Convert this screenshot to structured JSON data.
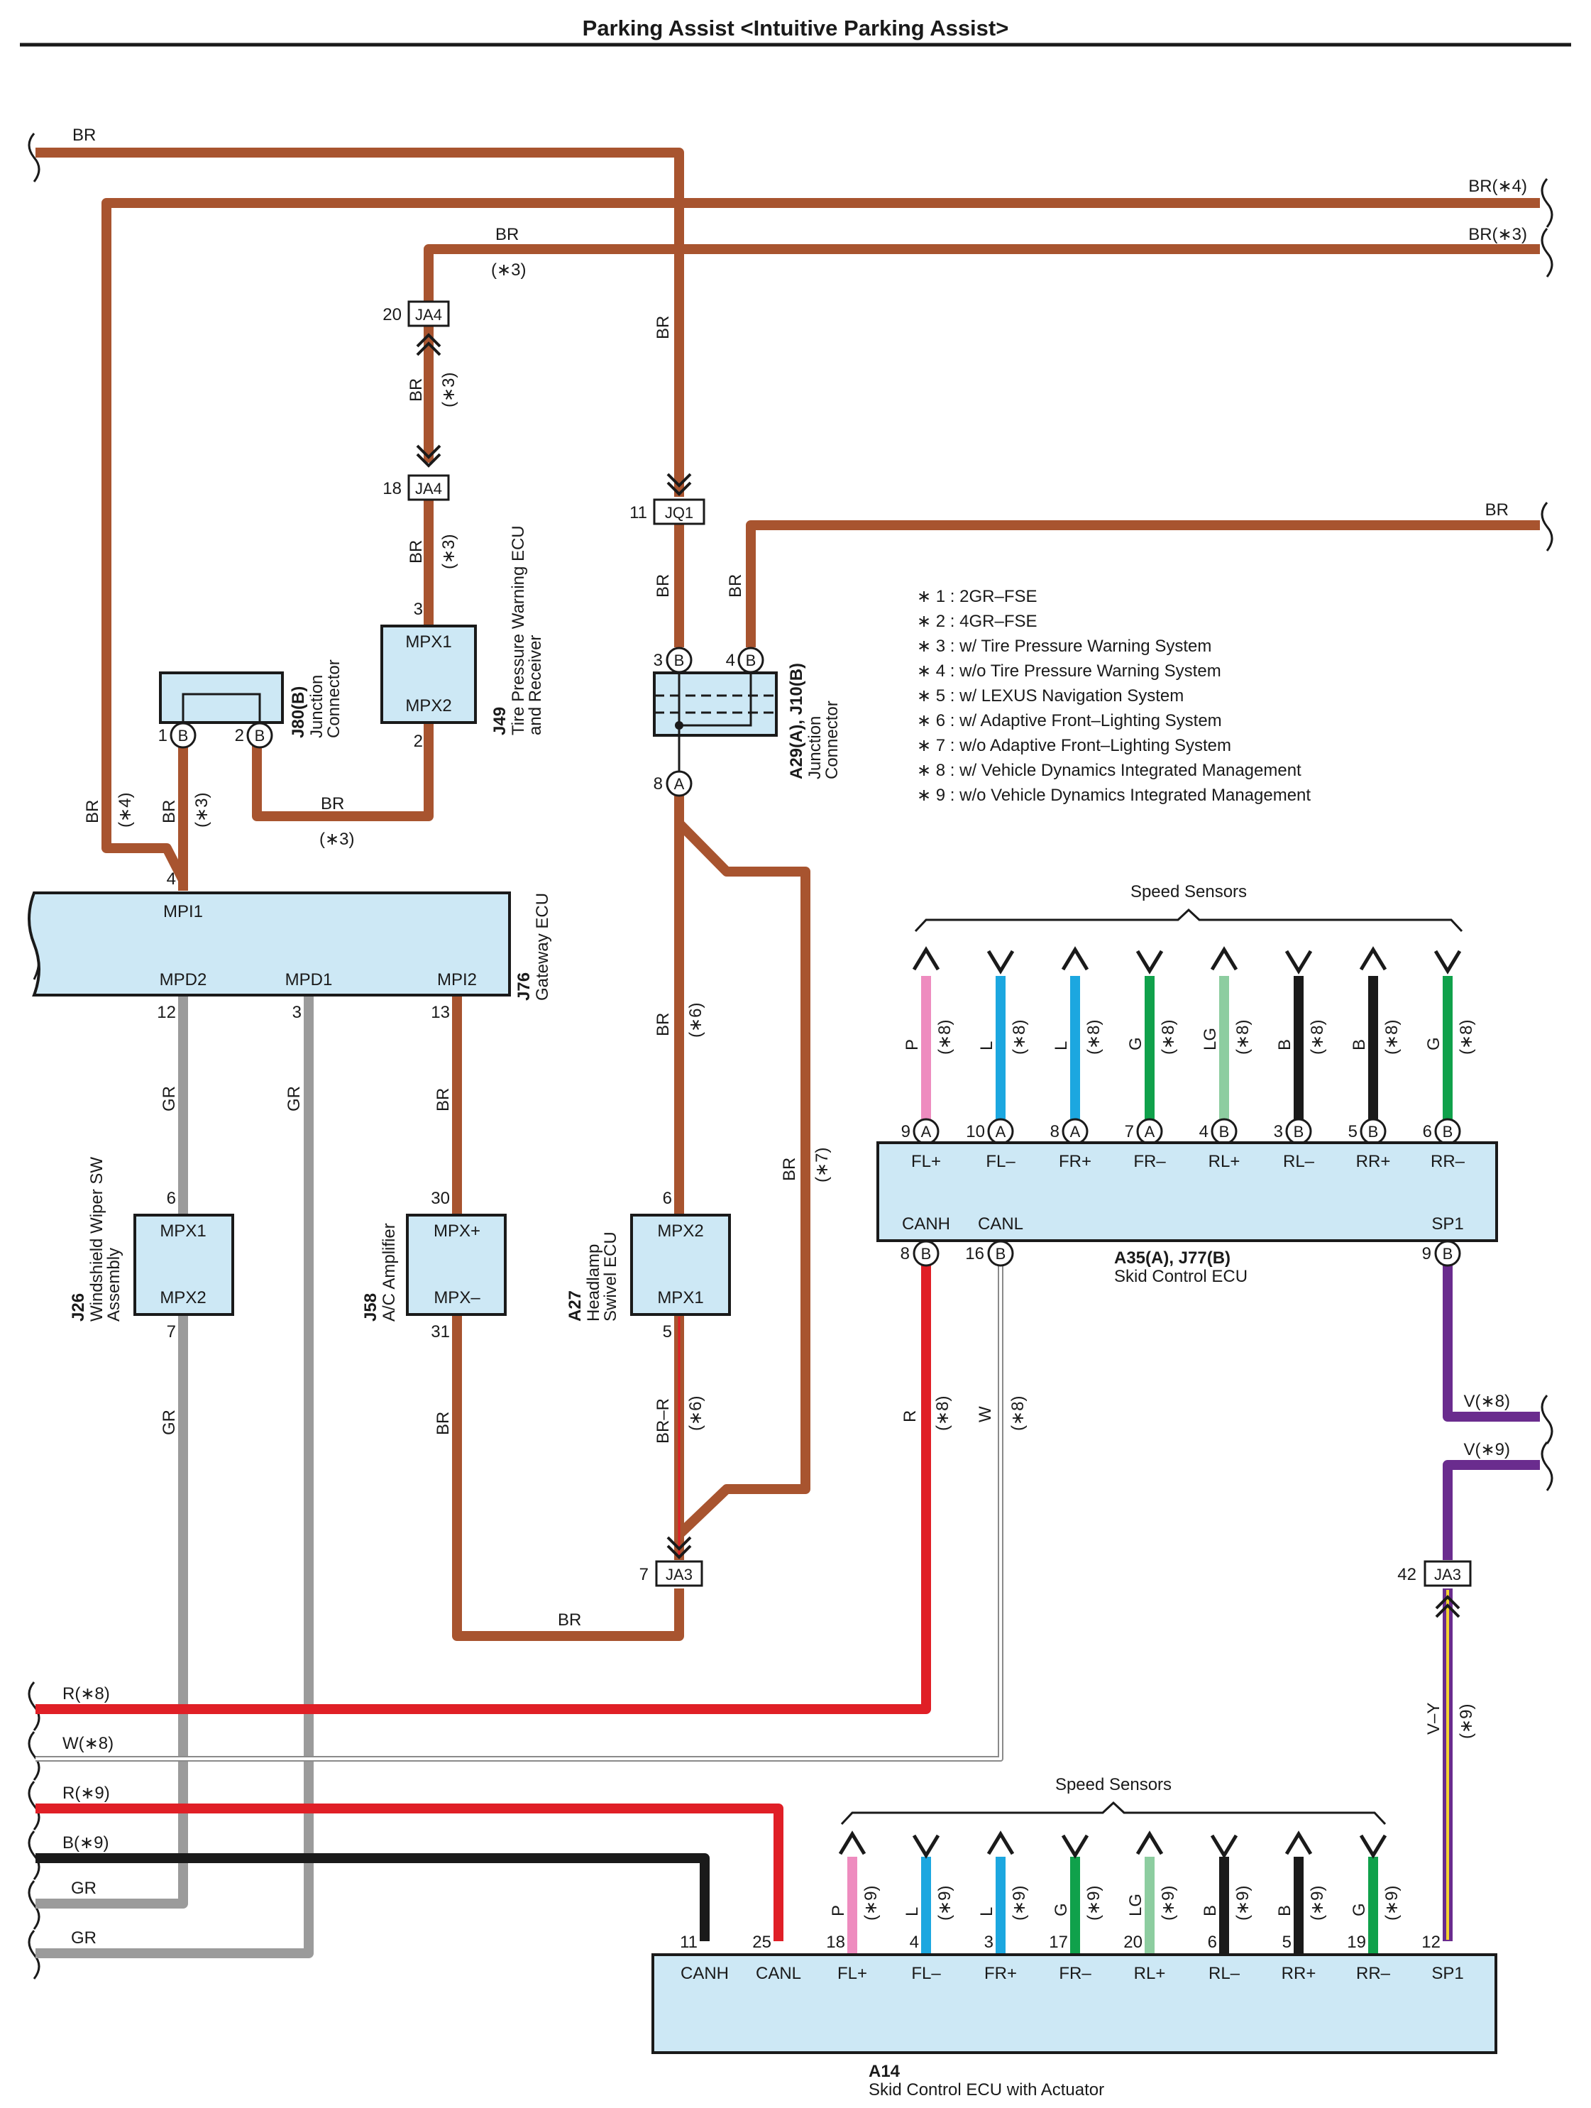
{
  "title": "Parking Assist <Intuitive Parking Assist>",
  "notes": [
    "∗ 1 : 2GR–FSE",
    "∗ 2 : 4GR–FSE",
    "∗ 3 : w/ Tire Pressure Warning System",
    "∗ 4 : w/o Tire Pressure Warning System",
    "∗ 5 : w/ LEXUS Navigation System",
    "∗ 6 : w/ Adaptive Front–Lighting System",
    "∗ 7 : w/o Adaptive Front–Lighting System",
    "∗ 8 : w/ Vehicle Dynamics Integrated Management",
    "∗ 9 : w/o Vehicle Dynamics Integrated Management"
  ],
  "colors": {
    "BR": "#a8542f",
    "GR": "#9b9b9b",
    "R": "#e01f26",
    "B": "#1a1a1a",
    "P": "#ee8cbf",
    "L": "#1ca7e0",
    "G": "#10a14b",
    "LG": "#8dcda0",
    "V": "#6a2c8e",
    "W": "#ffffff",
    "box": "#cde8f5"
  },
  "labels": {
    "br": "BR",
    "br_n4": "BR(∗4)",
    "br_n3": "BR(∗3)",
    "n3": "(∗3)",
    "n4": "(∗4)",
    "n6": "(∗6)",
    "n7": "(∗7)",
    "n8": "(∗8)",
    "n9": "(∗9)",
    "gr": "GR",
    "r": "R",
    "w": "W",
    "br_r": "BR–R",
    "v_y": "V–Y",
    "v_n8": "V(∗8)",
    "v_n9": "V(∗9)",
    "r_n8": "R(∗8)",
    "w_n8": "W(∗8)",
    "r_n9": "R(∗9)",
    "b_n9": "B(∗9)",
    "speed_sensors": "Speed Sensors"
  },
  "connectors": {
    "ja4": "JA4",
    "jq1": "JQ1",
    "ja3": "JA3",
    "pin20": "20",
    "pin18": "18",
    "pin11": "11",
    "pin7": "7",
    "pin42": "42"
  },
  "junction_j80": {
    "id": "J80(B)",
    "name_l1": "Junction",
    "name_l2": "Connector",
    "pin1": "1",
    "pin2": "2",
    "pinB": "B"
  },
  "junction_a29": {
    "id": "A29(A), J10(B)",
    "name_l1": "Junction",
    "name_l2": "Connector",
    "pin3": "3",
    "pin4": "4",
    "pin8": "8",
    "pinA": "A",
    "pinB": "B"
  },
  "ecu_j49": {
    "id": "J49",
    "name_l1": "Tire Pressure Warning ECU",
    "name_l2": "and Receiver",
    "mpx1": "MPX1",
    "mpx2": "MPX2",
    "pin3": "3",
    "pin2": "2"
  },
  "ecu_j76": {
    "id": "J76",
    "name": "Gateway ECU",
    "mpi1": "MPI1",
    "mpd2": "MPD2",
    "mpd1": "MPD1",
    "mpi2": "MPI2",
    "pin4": "4",
    "pin12": "12",
    "pin3": "3",
    "pin13": "13"
  },
  "ecu_j26": {
    "id": "J26",
    "name_l1": "Windshield Wiper SW",
    "name_l2": "Assembly",
    "mpx1": "MPX1",
    "mpx2": "MPX2",
    "pin6": "6",
    "pin7": "7"
  },
  "ecu_j58": {
    "id": "J58",
    "name": "A/C Amplifier",
    "mpxp": "MPX+",
    "mpxm": "MPX–",
    "pin30": "30",
    "pin31": "31"
  },
  "ecu_a27": {
    "id": "A27",
    "name_l1": "Headlamp",
    "name_l2": "Swivel ECU",
    "mpx2": "MPX2",
    "mpx1": "MPX1",
    "pin6": "6",
    "pin5": "5"
  },
  "ecu_a35": {
    "id": "A35(A), J77(B)",
    "name": "Skid Control ECU",
    "sensors": [
      {
        "color_code": "P",
        "note": "(∗8)",
        "pin": "9",
        "conn": "A",
        "label": "FL+"
      },
      {
        "color_code": "L",
        "note": "(∗8)",
        "pin": "10",
        "conn": "A",
        "label": "FL–"
      },
      {
        "color_code": "L",
        "note": "(∗8)",
        "pin": "8",
        "conn": "A",
        "label": "FR+"
      },
      {
        "color_code": "G",
        "note": "(∗8)",
        "pin": "7",
        "conn": "A",
        "label": "FR–"
      },
      {
        "color_code": "LG",
        "note": "(∗8)",
        "pin": "4",
        "conn": "B",
        "label": "RL+"
      },
      {
        "color_code": "B",
        "note": "(∗8)",
        "pin": "3",
        "conn": "B",
        "label": "RL–"
      },
      {
        "color_code": "B",
        "note": "(∗8)",
        "pin": "5",
        "conn": "B",
        "label": "RR+"
      },
      {
        "color_code": "G",
        "note": "(∗8)",
        "pin": "6",
        "conn": "B",
        "label": "RR–"
      }
    ],
    "canh": "CANH",
    "canl": "CANL",
    "sp1": "SP1",
    "pin8": "8",
    "pin16": "16",
    "pin9": "9",
    "connB": "B"
  },
  "ecu_a14": {
    "id": "A14",
    "name": "Skid Control ECU with Actuator",
    "canh": "CANH",
    "canl": "CANL",
    "sp1": "SP1",
    "pin11": "11",
    "pin25": "25",
    "pin12": "12",
    "sensors": [
      {
        "color_code": "P",
        "note": "(∗9)",
        "pin": "18",
        "label": "FL+"
      },
      {
        "color_code": "L",
        "note": "(∗9)",
        "pin": "4",
        "label": "FL–"
      },
      {
        "color_code": "L",
        "note": "(∗9)",
        "pin": "3",
        "label": "FR+"
      },
      {
        "color_code": "G",
        "note": "(∗9)",
        "pin": "17",
        "label": "FR–"
      },
      {
        "color_code": "LG",
        "note": "(∗9)",
        "pin": "20",
        "label": "RL+"
      },
      {
        "color_code": "B",
        "note": "(∗9)",
        "pin": "6",
        "label": "RL–"
      },
      {
        "color_code": "B",
        "note": "(∗9)",
        "pin": "5",
        "label": "RR+"
      },
      {
        "color_code": "G",
        "note": "(∗9)",
        "pin": "19",
        "label": "RR–"
      }
    ]
  }
}
